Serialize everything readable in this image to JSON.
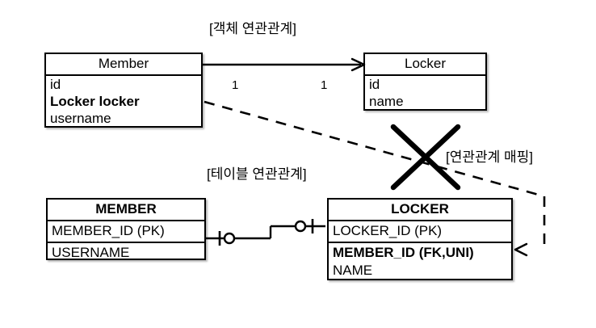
{
  "diagram": {
    "captions": {
      "object_relation": "[객체 연관관계]",
      "table_relation": "[테이블 연관관계]",
      "relation_mapping": "[연관관계 매핑]"
    },
    "object_model": {
      "member": {
        "title": "Member",
        "attributes": [
          {
            "name": "id",
            "bold": false
          },
          {
            "name": "Locker locker",
            "bold": true
          },
          {
            "name": "username",
            "bold": false
          }
        ]
      },
      "locker": {
        "title": "Locker",
        "attributes": [
          {
            "name": "id",
            "bold": false
          },
          {
            "name": "name",
            "bold": false
          }
        ]
      },
      "association": {
        "source_multiplicity": "1",
        "target_multiplicity": "1"
      }
    },
    "table_model": {
      "member_table": {
        "title": "MEMBER",
        "rows": [
          "MEMBER_ID (PK)",
          "USERNAME"
        ]
      },
      "locker_table": {
        "title": "LOCKER",
        "rows": [
          "LOCKER_ID (PK)"
        ],
        "fk_row": {
          "key": "MEMBER_ID (FK,UNI)",
          "column": "NAME"
        }
      }
    },
    "markers": {
      "cross_out": "x-cross-mark",
      "arrow": "arrow-icon",
      "one_to_one_left": "one-optional-connector",
      "one_to_one_right": "one-optional-connector"
    },
    "colors": {
      "stroke": "#000000",
      "background": "#ffffff"
    }
  }
}
